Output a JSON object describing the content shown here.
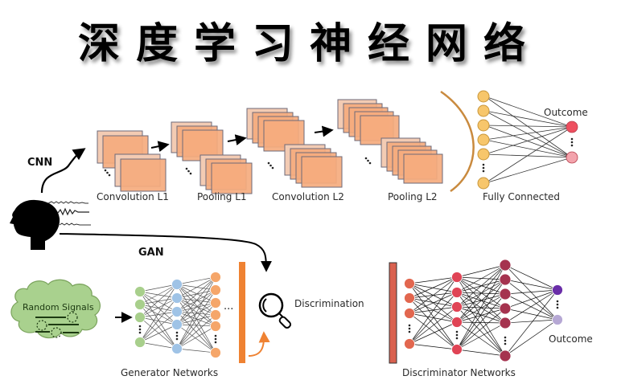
{
  "title": "深度学习神经网络",
  "cnn": {
    "label": "CNN",
    "stages": [
      {
        "name": "Convolution L1",
        "upper_maps": 2,
        "lower_maps": 2
      },
      {
        "name": "Pooling L1",
        "upper_maps": 3,
        "lower_maps": 3
      },
      {
        "name": "Convolution L2",
        "upper_maps": 4,
        "lower_maps": 4
      },
      {
        "name": "Pooling L2",
        "upper_maps": 5,
        "lower_maps": 5
      }
    ],
    "fully_connected": {
      "label": "Fully Connected",
      "input_nodes": 7,
      "output_nodes": 2,
      "outcome_label": "Outcome"
    }
  },
  "gan": {
    "label": "GAN",
    "random_signals_label": "Random Signals",
    "generator": {
      "label": "Generator Networks",
      "layers": [
        {
          "nodes": 5,
          "color": "#a8cf8c"
        },
        {
          "nodes": 6,
          "color": "#9fc3e6"
        },
        {
          "nodes": 7,
          "color": "#f5a66a"
        }
      ]
    },
    "discrimination_label": "Discrimination",
    "discriminator": {
      "label": "Discriminator Networks",
      "layers": [
        {
          "nodes": 5,
          "color": "#e2674f"
        },
        {
          "nodes": 6,
          "color": "#e04455"
        },
        {
          "nodes": 8,
          "color": "#a5334f"
        },
        {
          "nodes": 2,
          "colors": [
            "#6a2ea8",
            "#b6a8d4"
          ]
        }
      ],
      "outcome_label": "Outcome"
    }
  },
  "colors": {
    "feature_map": "#f5ab7e",
    "feature_map_back": "#f3cbb3",
    "feature_map_border": "#6e6a78",
    "fc_node": "#f7c66b",
    "fc_out_top": "#ee4f5f",
    "fc_out_bottom": "#f3a3ac",
    "bracket": "#c98a3e",
    "generator_bar": "#ef8232",
    "discriminator_bar": "#d9614f",
    "cloud": "#a9d18e",
    "cloud_border": "#7aa35c"
  }
}
